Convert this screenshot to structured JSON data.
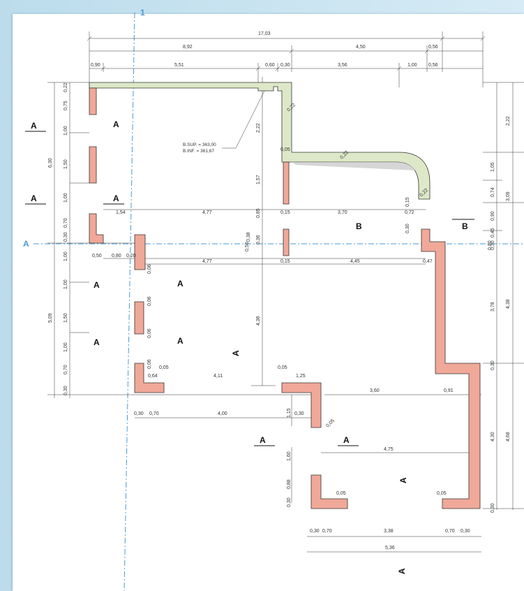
{
  "colors": {
    "wall_cut": "#f0a898",
    "slab": "#dde8c8",
    "axis": "#4a9ad6"
  },
  "axes": {
    "vertical": "1",
    "horizontal": "A"
  },
  "elevation_note": {
    "sup": "B.SUP. = 363,00",
    "inf": "B.INF. = 361,67"
  },
  "dims": {
    "total_top": "17,03",
    "top_a": "8,92",
    "top_b": "4,50",
    "top_c": "0,56",
    "r2_a": "0,90",
    "r2_b": "5,51",
    "r2_c": "0,60",
    "r2_d": "0,30",
    "r2_e": "3,56",
    "r2_f": "1,00",
    "r2_g": "0,56",
    "left_total_a": "6,30",
    "left_total_b": "5,09",
    "l_075": "0,75",
    "l_022": "0,22",
    "l_100a": "1,00",
    "l_150a": "1,50",
    "l_100b": "1,00",
    "l_070a": "0,70",
    "l_050a": "0,30",
    "l_100c": "1,00",
    "l_100d": "1,00",
    "l_150b": "1,50",
    "l_100e": "1,00",
    "l_070b": "0,70",
    "l_030a": "0,30",
    "r_222": "2,22",
    "r_105": "1,05",
    "r_074": "0,74",
    "r_309": "3,09",
    "r_090": "0,90",
    "r_045": "0,45",
    "r_030a": "0,30",
    "r_378": "3,78",
    "r_438": "4,38",
    "r_030b": "0,30",
    "r_430": "4,30",
    "r_468": "4,68",
    "r_030c": "0,30",
    "c_222": "2,22",
    "c_157": "1,57",
    "c_085": "0,85",
    "c_036": "0,36",
    "c_436": "4,36",
    "c_050": "0,50",
    "m_154": "1,54",
    "m_477a": "4,77",
    "m_015a": "0,15",
    "m_370": "3,70",
    "m_072": "0,72",
    "m_050": "0,50",
    "m_080": "0,80",
    "m_020": "0,20",
    "m_477b": "4,77",
    "m_015b": "0,15",
    "m_445": "4,45",
    "m_047": "0,47",
    "m_006a": "0,06",
    "m_006b": "0,06",
    "m_006c": "0,06",
    "m_006d": "0,06",
    "m_005a": "0,05",
    "m_064": "0,64",
    "m_411": "4,11",
    "m_005b": "0,05",
    "m_125": "1,25",
    "m_360": "3,60",
    "m_091": "0,91",
    "b_030a": "0,30",
    "b_070a": "0,70",
    "b_400": "4,00",
    "b_115": "1,15",
    "b_030b": "0,30",
    "b_005c": "0,05",
    "b_160": "1,60",
    "b_475": "4,75",
    "b_088": "0,88",
    "b_005d": "0,05",
    "b_005e": "0,05",
    "b_030c": "0,30",
    "b_030d": "0,30",
    "b_070b": "0,70",
    "b_338": "3,38",
    "b_070c": "0,70",
    "b_030e": "0,30",
    "b_536": "5,36",
    "s_022": "0,22",
    "s_005": "0,05",
    "s_022b": "0,22",
    "s_022c": "0,22",
    "s_015": "0,15",
    "s_030": "0,30",
    "s_038": "0,38",
    "s_080": "0,80"
  },
  "section_labels": {
    "a1": "A",
    "a2": "A",
    "a3": "A",
    "a4": "A",
    "a5": "A",
    "a6": "A",
    "a7": "A",
    "a8": "A",
    "a9": "A",
    "a10": "A",
    "a11": "A",
    "a12": "A",
    "a13": "A",
    "b1": "B",
    "b2": "B"
  }
}
